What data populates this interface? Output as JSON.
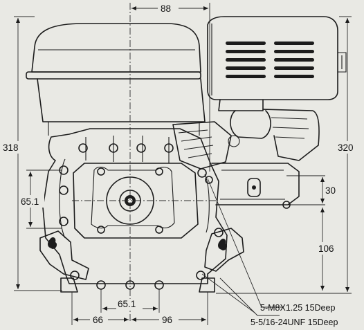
{
  "dimensions": {
    "top_width": "88",
    "total_height_left": "318",
    "total_height_right": "320",
    "left_bolt_spacing": "65.1",
    "bottom_bolt_spacing": "65.1",
    "bottom_left": "66",
    "bottom_right": "96",
    "right_offset": "30",
    "shaft_height": "106"
  },
  "notes": {
    "thread_metric": "5-M8X1.25 15Deep",
    "thread_unf": "5-5/16-24UNF 15Deep"
  }
}
